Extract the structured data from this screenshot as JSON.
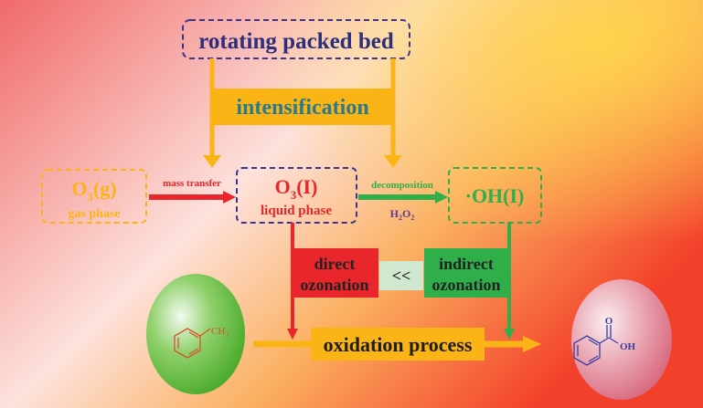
{
  "title_box": {
    "label": "rotating packed bed"
  },
  "intensification": {
    "label": "intensification"
  },
  "gas": {
    "formula_main": "O",
    "formula_sub": "3",
    "formula_end": "(g)",
    "phase": "gas phase"
  },
  "liquid": {
    "formula_main": "O",
    "formula_sub": "3",
    "formula_end": "(I)",
    "phase": "liquid phase"
  },
  "radical": {
    "label": "·OH(I)"
  },
  "mass_transfer": {
    "label": "mass transfer"
  },
  "decomposition": {
    "label": "decomposition",
    "reagent_h": "H",
    "reagent_sub1": "2",
    "reagent_o": "O",
    "reagent_sub2": "2"
  },
  "direct": {
    "line1": "direct",
    "line2": "ozonation"
  },
  "compare": {
    "label": "<<"
  },
  "indirect": {
    "line1": "indirect",
    "line2": "ozonation"
  },
  "oxidation": {
    "label": "oxidation process"
  },
  "reactant": {
    "group": "CH",
    "group_sub": "3"
  },
  "product": {
    "o": "O",
    "oh": "OH"
  },
  "colors": {
    "orange": "#fbb416",
    "red": "#e8262b",
    "green": "#2fae4a",
    "purple": "#3c3590",
    "teal": "#2a7a8c"
  }
}
